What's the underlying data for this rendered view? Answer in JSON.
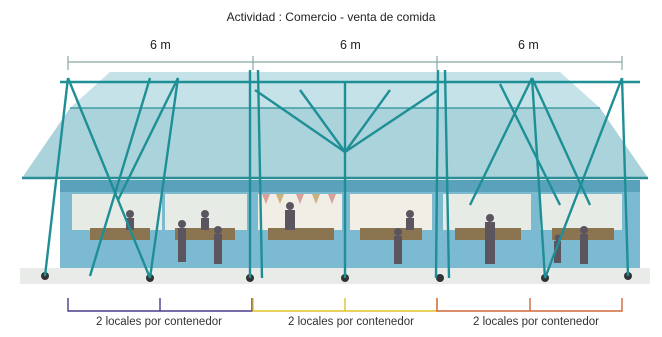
{
  "title": "Actividad : Comercio - venta de comida",
  "modules": [
    {
      "width_label": "6 m",
      "caption": "2 locales por contenedor",
      "color": "#4b3b8c"
    },
    {
      "width_label": "6 m",
      "caption": "2 locales por contenedor",
      "color": "#e2c22b"
    },
    {
      "width_label": "6 m",
      "caption": "2 locales por contenedor",
      "color": "#d0683a"
    }
  ],
  "colors": {
    "frame": "#1f8f96",
    "glass": "#8fc6d4",
    "roof": "#7fb7c7",
    "container": "#6fb4cd",
    "dimension": "#7a9a96",
    "counter": "#7e6a46"
  }
}
